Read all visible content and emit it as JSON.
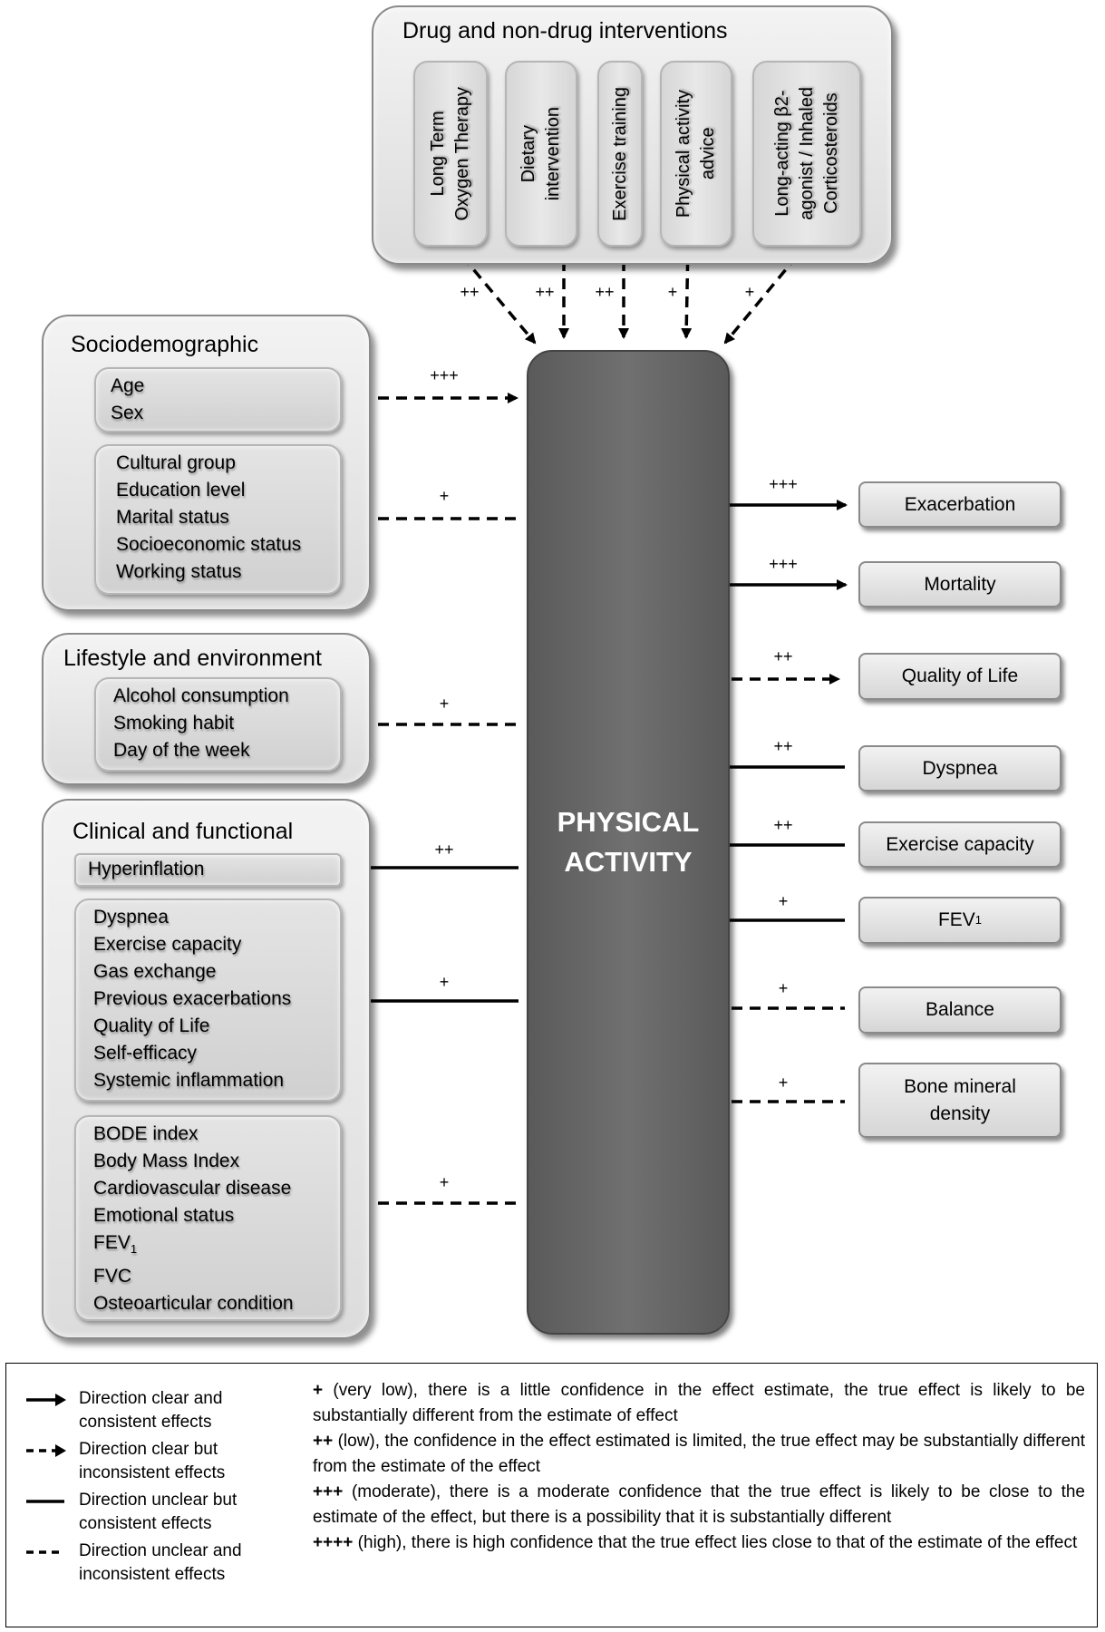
{
  "center": {
    "label": "PHYSICAL\nACTIVITY"
  },
  "groups": {
    "drug": {
      "title": "Drug and non-drug interventions",
      "items": [
        {
          "label": "Long Term\nOxygen Therapy",
          "grade": "++",
          "style": "dashed-arrow"
        },
        {
          "label": "Dietary\nintervention",
          "grade": "++",
          "style": "dashed-arrow"
        },
        {
          "label": "Exercise training",
          "grade": "++",
          "style": "dashed-arrow"
        },
        {
          "label": "Physical activity\nadvice",
          "grade": "+",
          "style": "dashed-arrow"
        },
        {
          "label": "Long-acting β2-\nagonist / Inhaled\nCorticosteroids",
          "grade": "+",
          "style": "dashed-arrow"
        }
      ]
    },
    "sociodemographic": {
      "title": "Sociodemographic",
      "sub": [
        {
          "lines": [
            "Age",
            "Sex"
          ],
          "grade": "+++",
          "style": "dashed-arrow"
        },
        {
          "lines": [
            "Cultural group",
            "Education level",
            "Marital status",
            "Socioeconomic status",
            "Working status"
          ],
          "grade": "+",
          "style": "dashed"
        }
      ]
    },
    "lifestyle": {
      "title": "Lifestyle and environment",
      "sub": [
        {
          "lines": [
            "Alcohol consumption",
            "Smoking habit",
            "Day of the week"
          ],
          "grade": "+",
          "style": "dashed"
        }
      ]
    },
    "clinical": {
      "title": "Clinical and functional",
      "sub": [
        {
          "lines": [
            "Hyperinflation"
          ],
          "grade": "++",
          "style": "solid"
        },
        {
          "lines": [
            "Dyspnea",
            "Exercise capacity",
            "Gas exchange",
            "Previous exacerbations",
            "Quality of Life",
            "Self-efficacy",
            "Systemic inflammation"
          ],
          "grade": "+",
          "style": "solid"
        },
        {
          "lines": [
            "BODE index",
            "Body Mass Index",
            "Cardiovascular disease",
            "Emotional status",
            "FEV",
            "FVC",
            "Osteoarticular condition"
          ],
          "fev_sub": "1",
          "grade": "+",
          "style": "dashed"
        }
      ]
    }
  },
  "outcomes": [
    {
      "label": "Exacerbation",
      "grade": "+++",
      "style": "solid-arrow"
    },
    {
      "label": "Mortality",
      "grade": "+++",
      "style": "solid-arrow"
    },
    {
      "label": "Quality of Life",
      "grade": "++",
      "style": "dashed-arrow"
    },
    {
      "label": "Dyspnea",
      "grade": "++",
      "style": "solid"
    },
    {
      "label": "Exercise capacity",
      "grade": "++",
      "style": "solid"
    },
    {
      "label": "FEV",
      "sub": "1",
      "grade": "+",
      "style": "solid"
    },
    {
      "label": "Balance",
      "grade": "+",
      "style": "dashed"
    },
    {
      "label": "Bone mineral\ndensity",
      "grade": "+",
      "style": "dashed"
    }
  ],
  "legend": {
    "line_types": [
      {
        "style": "solid-arrow",
        "label": "Direction clear and\nconsistent effects"
      },
      {
        "style": "dashed-arrow",
        "label": "Direction clear but\ninconsistent effects"
      },
      {
        "style": "solid",
        "label": "Direction unclear but\nconsistent effects"
      },
      {
        "style": "dashed",
        "label": "Direction unclear and\ninconsistent effects"
      }
    ],
    "grades": [
      {
        "symbol": "+",
        "text": " (very low), there is a little confidence in the effect estimate, the true effect is likely to be substantially different from the estimate of effect"
      },
      {
        "symbol": "++",
        "text": " (low), the confidence in the effect estimated is limited, the true effect may be substantially different from the estimate of the effect"
      },
      {
        "symbol": "+++",
        "text": " (moderate), there is a moderate confidence that the true effect is likely to be close to the estimate of the effect, but there is a possibility that it is substantially different"
      },
      {
        "symbol": "++++",
        "text": " (high), there is high confidence that the true effect lies close to that of the estimate of the effect"
      }
    ]
  }
}
